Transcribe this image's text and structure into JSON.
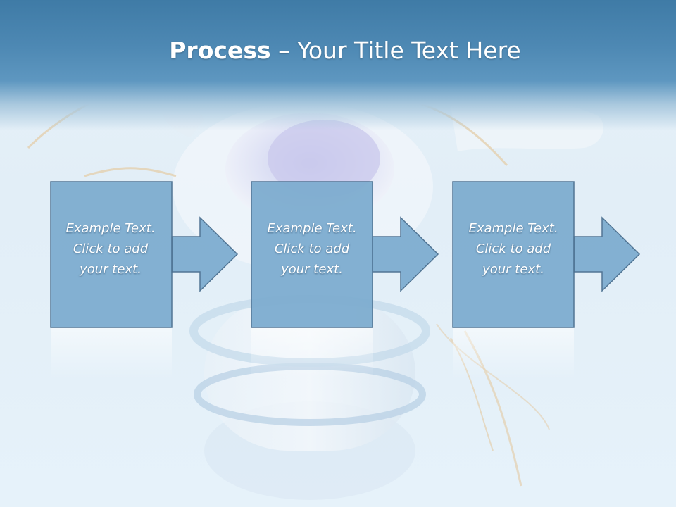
{
  "title": {
    "bold": "Process",
    "rest": " – Your Title Text Here"
  },
  "steps": [
    {
      "lines": [
        "Example Text.",
        "Click  to add",
        "your text."
      ]
    },
    {
      "lines": [
        "Example Text.",
        "Click  to add",
        "your text."
      ]
    },
    {
      "lines": [
        "Example Text.",
        "Click  to add",
        "your text."
      ]
    }
  ],
  "colors": {
    "header": "#4d88b3",
    "box_fill": "#7eadd0",
    "box_stroke": "#4a6f8f",
    "background": "#e4f0f8"
  }
}
